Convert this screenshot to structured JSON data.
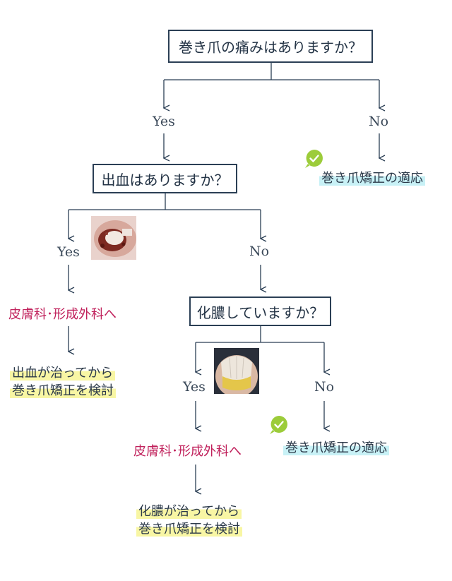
{
  "q1": "巻き爪の痛みはありますか？",
  "q2": "出血はありますか？",
  "q3": "化膿していますか？",
  "yes": "Yes",
  "no": "No",
  "result_ok_1": "巻き爪矯正の適応",
  "result_ok_2": "巻き爪矯正の適応",
  "referral_1": "皮膚科･形成外科へ",
  "referral_2": "皮膚科･形成外科へ",
  "after_bleeding": [
    "出血が治ってから",
    "巻き爪矯正を検討"
  ],
  "after_pus": [
    "化膿が治ってから",
    "巻き爪矯正を検討"
  ],
  "colors": {
    "line": "#2b3f55",
    "referral": "#c0205b",
    "check": "#9ccc3a",
    "highlight_yellow": "#f8f6a4",
    "highlight_blue": "#c8f1f6"
  },
  "icons": [
    "check-icon",
    "bleeding-nail-photo",
    "infected-nail-photo"
  ]
}
